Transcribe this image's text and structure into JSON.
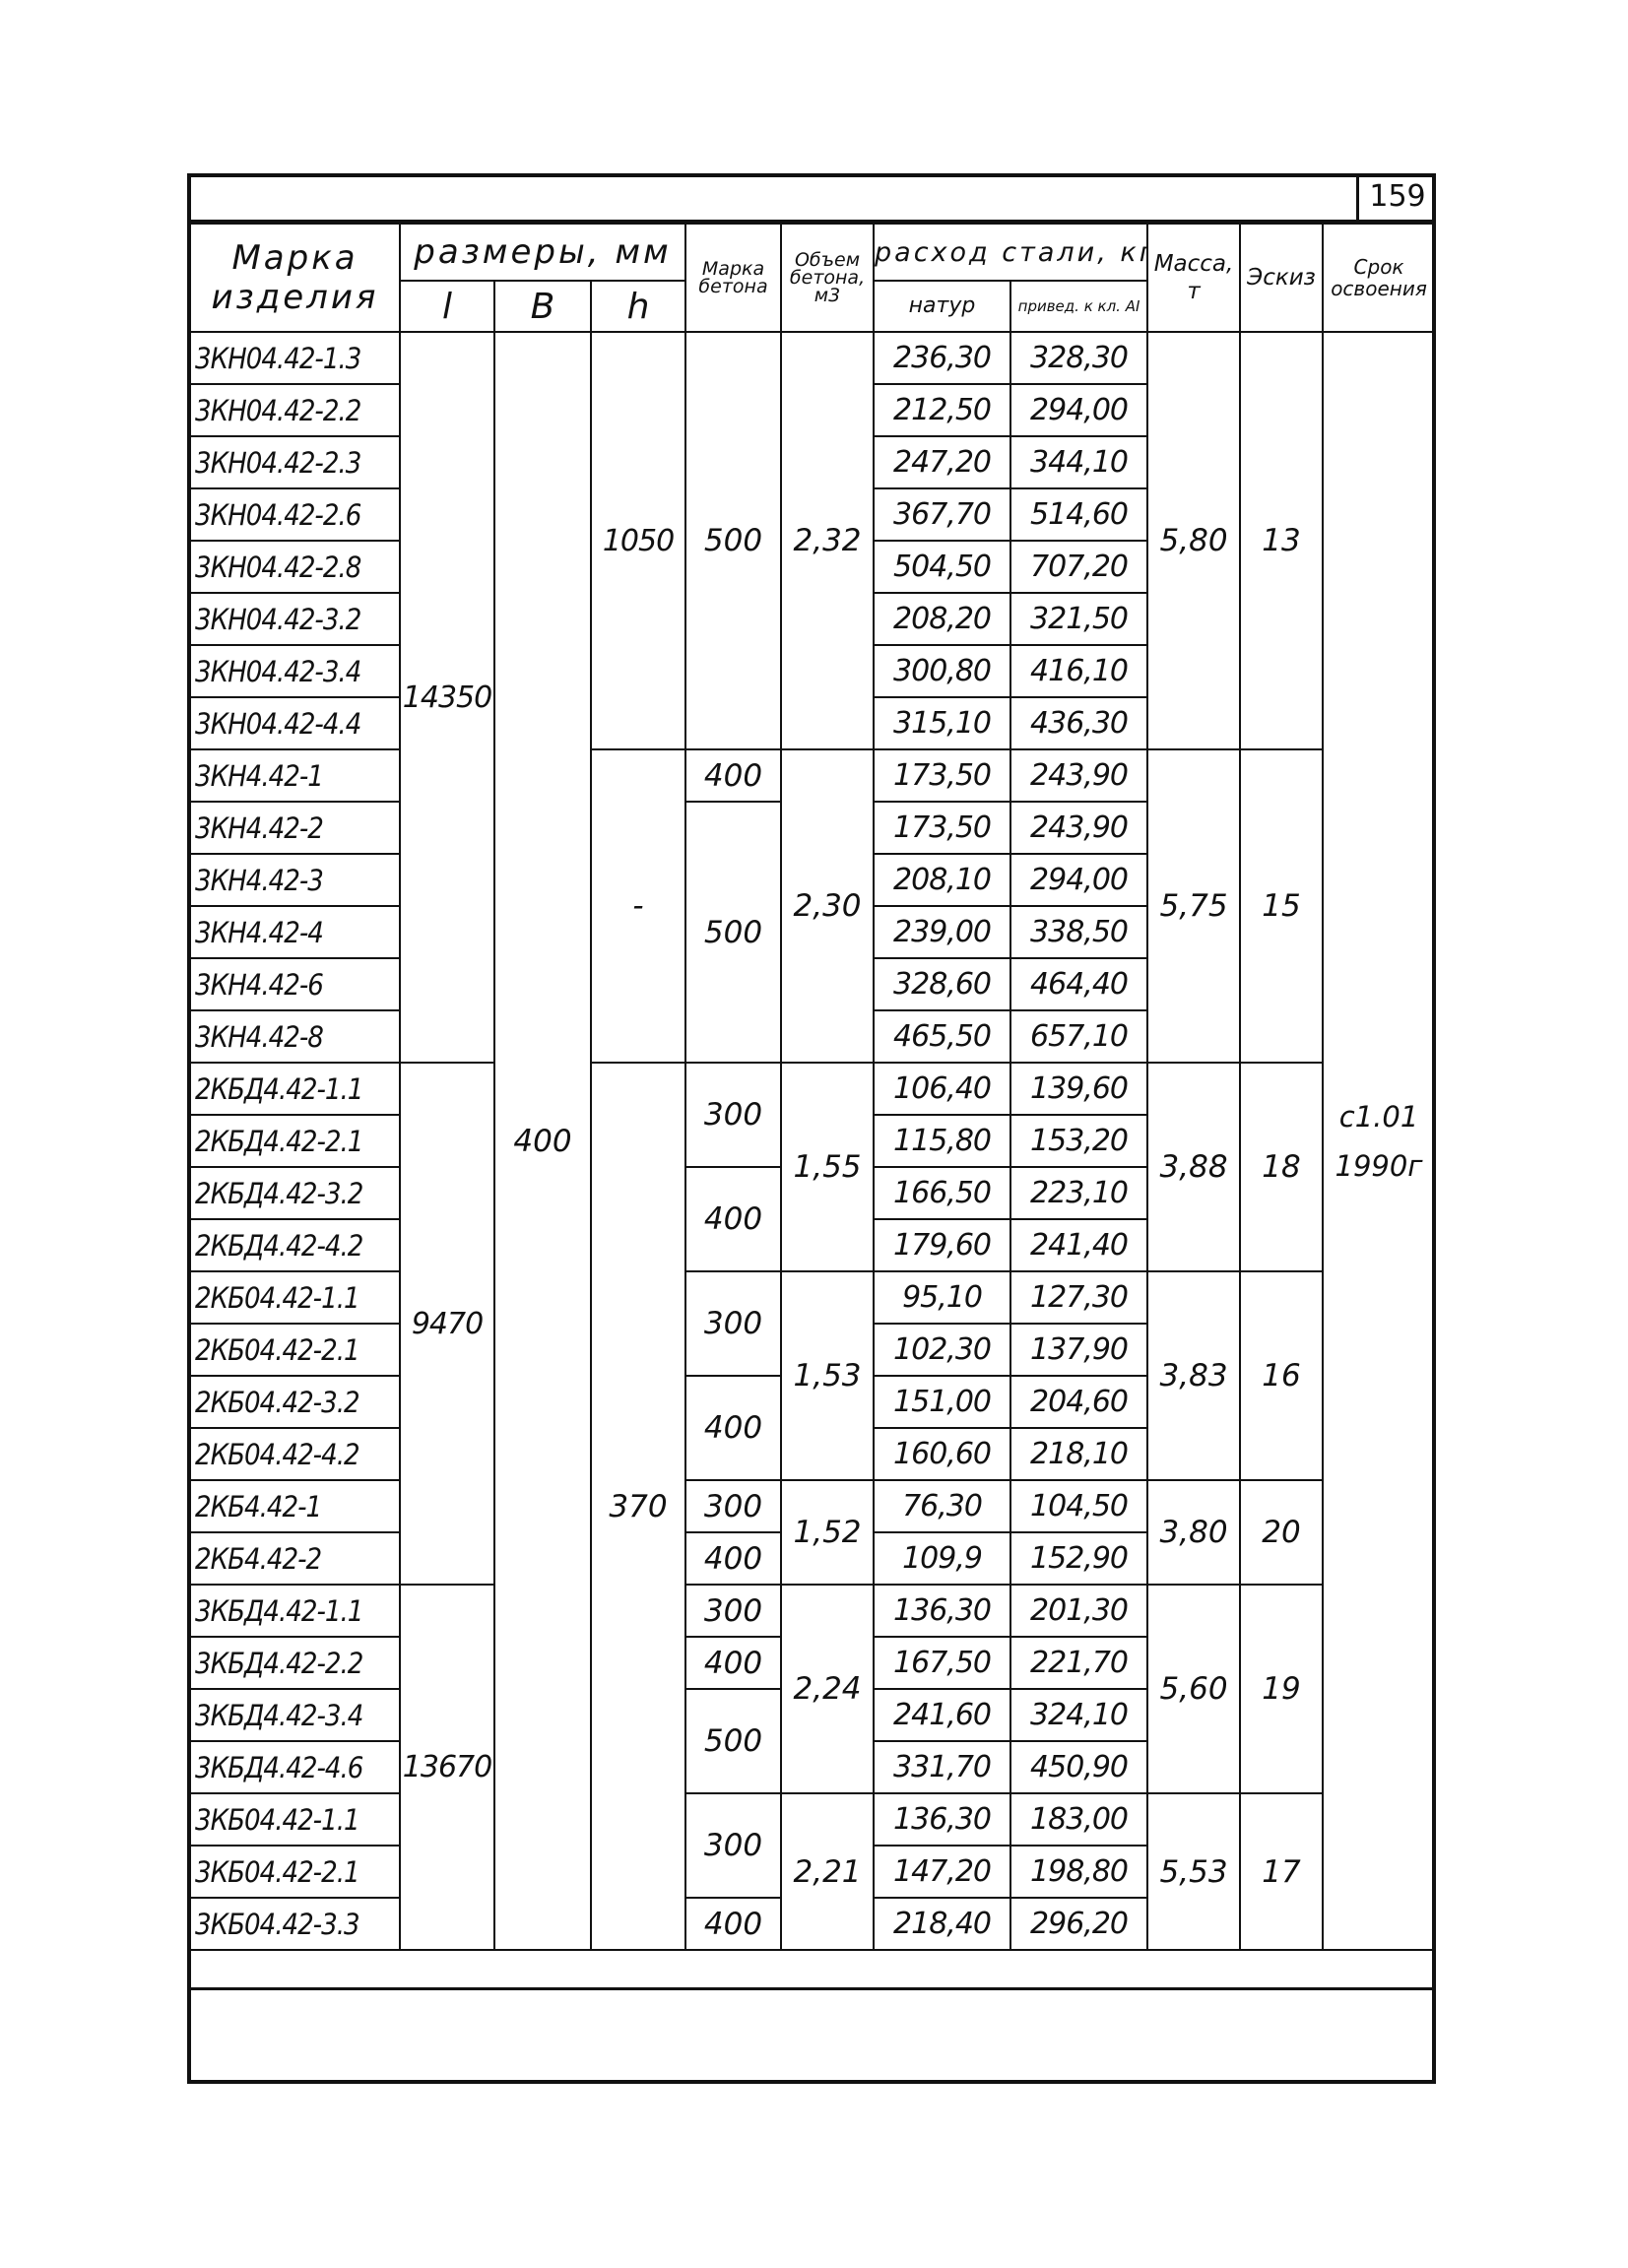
{
  "page_number": "159",
  "headers": {
    "mark": "Марка изделия",
    "sizes": "размеры, мм",
    "l": "l",
    "b": "B",
    "h": "h",
    "concrete_grade": "Марка бетона",
    "concrete_volume": "Объем бетона, м3",
    "steel": "расход стали, кг",
    "natural": "натур",
    "reduced": "привед. к кл. АI",
    "mass": "Масса, т",
    "sketch": "Эскиз",
    "term": "Срок освоения"
  },
  "values": {
    "l_14350": "14350",
    "l_9470": "9470",
    "l_13670": "13670",
    "b_400": "400",
    "h_1050": "1050",
    "h_dash": "-",
    "h_370": "370",
    "grade_500": "500",
    "grade_400": "400",
    "grade_300": "300",
    "vol_232": "2,32",
    "vol_230": "2,30",
    "vol_155": "1,55",
    "vol_153": "1,53",
    "vol_152": "1,52",
    "vol_224": "2,24",
    "vol_221": "2,21",
    "mass_580": "5,80",
    "mass_575": "5,75",
    "mass_388": "3,88",
    "mass_383": "3,83",
    "mass_380": "3,80",
    "mass_560": "5,60",
    "mass_553": "5,53",
    "sk_13": "13",
    "sk_15": "15",
    "sk_18": "18",
    "sk_16": "16",
    "sk_20": "20",
    "sk_19": "19",
    "sk_17": "17",
    "term_1": "с1.01",
    "term_2": "1990г"
  },
  "rows": [
    {
      "mark": "3КН04.42-1.3",
      "natural": "236,30",
      "reduced": "328,30"
    },
    {
      "mark": "3КН04.42-2.2",
      "natural": "212,50",
      "reduced": "294,00"
    },
    {
      "mark": "3КН04.42-2.3",
      "natural": "247,20",
      "reduced": "344,10"
    },
    {
      "mark": "3КН04.42-2.6",
      "natural": "367,70",
      "reduced": "514,60"
    },
    {
      "mark": "3КН04.42-2.8",
      "natural": "504,50",
      "reduced": "707,20"
    },
    {
      "mark": "3КН04.42-3.2",
      "natural": "208,20",
      "reduced": "321,50"
    },
    {
      "mark": "3КН04.42-3.4",
      "natural": "300,80",
      "reduced": "416,10"
    },
    {
      "mark": "3КН04.42-4.4",
      "natural": "315,10",
      "reduced": "436,30"
    },
    {
      "mark": "3КН4.42-1",
      "natural": "173,50",
      "reduced": "243,90"
    },
    {
      "mark": "3КН4.42-2",
      "natural": "173,50",
      "reduced": "243,90"
    },
    {
      "mark": "3КН4.42-3",
      "natural": "208,10",
      "reduced": "294,00"
    },
    {
      "mark": "3КН4.42-4",
      "natural": "239,00",
      "reduced": "338,50"
    },
    {
      "mark": "3КН4.42-6",
      "natural": "328,60",
      "reduced": "464,40"
    },
    {
      "mark": "3КН4.42-8",
      "natural": "465,50",
      "reduced": "657,10"
    },
    {
      "mark": "2КБД4.42-1.1",
      "natural": "106,40",
      "reduced": "139,60"
    },
    {
      "mark": "2КБД4.42-2.1",
      "natural": "115,80",
      "reduced": "153,20"
    },
    {
      "mark": "2КБД4.42-3.2",
      "natural": "166,50",
      "reduced": "223,10"
    },
    {
      "mark": "2КБД4.42-4.2",
      "natural": "179,60",
      "reduced": "241,40"
    },
    {
      "mark": "2КБ04.42-1.1",
      "natural": "95,10",
      "reduced": "127,30"
    },
    {
      "mark": "2КБ04.42-2.1",
      "natural": "102,30",
      "reduced": "137,90"
    },
    {
      "mark": "2КБ04.42-3.2",
      "natural": "151,00",
      "reduced": "204,60"
    },
    {
      "mark": "2КБ04.42-4.2",
      "natural": "160,60",
      "reduced": "218,10"
    },
    {
      "mark": "2КБ4.42-1",
      "natural": "76,30",
      "reduced": "104,50"
    },
    {
      "mark": "2КБ4.42-2",
      "natural": "109,9",
      "reduced": "152,90"
    },
    {
      "mark": "3КБД4.42-1.1",
      "natural": "136,30",
      "reduced": "201,30"
    },
    {
      "mark": "3КБД4.42-2.2",
      "natural": "167,50",
      "reduced": "221,70"
    },
    {
      "mark": "3КБД4.42-3.4",
      "natural": "241,60",
      "reduced": "324,10"
    },
    {
      "mark": "3КБД4.42-4.6",
      "natural": "331,70",
      "reduced": "450,90"
    },
    {
      "mark": "3КБ04.42-1.1",
      "natural": "136,30",
      "reduced": "183,00"
    },
    {
      "mark": "3КБ04.42-2.1",
      "natural": "147,20",
      "reduced": "198,80"
    },
    {
      "mark": "3КБ04.42-3.3",
      "natural": "218,40",
      "reduced": "296,20"
    }
  ]
}
